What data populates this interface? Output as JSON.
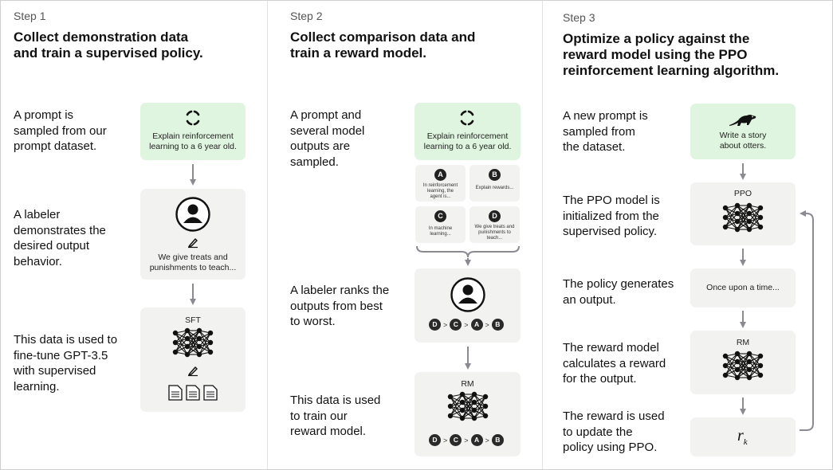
{
  "steps": [
    {
      "label": "Step 1",
      "title": [
        "Collect demonstration data",
        "and train a supervised policy."
      ],
      "descriptions": [
        [
          "A prompt is",
          "sampled from our",
          "prompt dataset."
        ],
        [
          "A labeler",
          "demonstrates the",
          "desired output",
          "behavior."
        ],
        [
          "This data is used to",
          "fine-tune GPT-3.5",
          "with supervised",
          "learning."
        ]
      ],
      "prompt_box": [
        "Explain reinforcement",
        "learning to a 6 year old."
      ],
      "demo_box": [
        "We give treats and",
        "punishments to teach..."
      ],
      "model_label": "SFT"
    },
    {
      "label": "Step 2",
      "title": [
        "Collect comparison data and",
        "train a reward model."
      ],
      "descriptions": [
        [
          "A prompt and",
          "several model",
          "outputs are",
          "sampled."
        ],
        [
          "A labeler ranks the",
          "outputs from best",
          "to worst."
        ],
        [
          "This data is used",
          "to train our",
          "reward model."
        ]
      ],
      "prompt_box": [
        "Explain reinforcement",
        "learning to a 6 year old."
      ],
      "outputs": [
        {
          "letter": "A",
          "text": [
            "In reinforcement",
            "learning, the",
            "agent is..."
          ]
        },
        {
          "letter": "B",
          "text": [
            "Explain rewards..."
          ]
        },
        {
          "letter": "C",
          "text": [
            "In machine",
            "learning..."
          ]
        },
        {
          "letter": "D",
          "text": [
            "We give treats and",
            "punishments to",
            "teach..."
          ]
        }
      ],
      "ranking": [
        "D",
        "C",
        "A",
        "B"
      ],
      "rank_separator": ">",
      "model_label": "RM"
    },
    {
      "label": "Step 3",
      "title": [
        "Optimize a policy against the",
        "reward model using the PPO",
        "reinforcement learning algorithm."
      ],
      "descriptions": [
        [
          "A new prompt is",
          "sampled from",
          "the dataset."
        ],
        [
          "The PPO model is",
          "initialized from the",
          "supervised policy."
        ],
        [
          "The policy generates",
          "an output."
        ],
        [
          "The reward model",
          "calculates a reward",
          "for the output."
        ],
        [
          "The reward is used",
          "to update the",
          "policy using PPO."
        ]
      ],
      "prompt_box": [
        "Write a story",
        "about otters."
      ],
      "ppo_label": "PPO",
      "output_text": "Once upon a time...",
      "rm_label": "RM",
      "reward_symbol": "r",
      "reward_subscript": "k"
    }
  ],
  "colors": {
    "prompt_box": "#dff5df",
    "card": "#f2f2f0",
    "arrow": "#8a8a93",
    "text": "#111111"
  },
  "icons": [
    "recycle-icon",
    "person-icon",
    "pencil-icon",
    "neural-network-icon",
    "document-icon",
    "otter-icon",
    "arrow-down-icon",
    "feedback-arrow-icon"
  ]
}
